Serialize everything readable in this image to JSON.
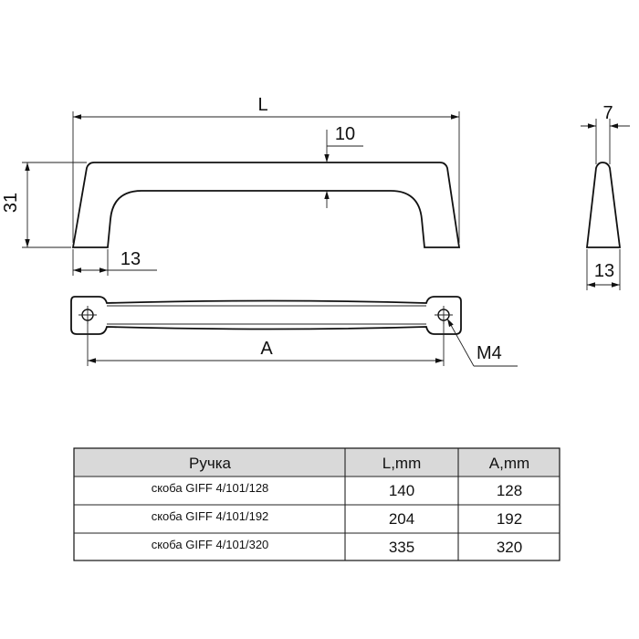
{
  "dimensions": {
    "length": "L",
    "thickness_top": "10",
    "height": "31",
    "foot_width": "13",
    "hole_spacing": "A",
    "thread": "M4",
    "side_top": "7",
    "side_bottom": "13"
  },
  "table": {
    "headers": [
      "Ручка",
      "L,mm",
      "A,mm"
    ],
    "rows": [
      [
        "скоба GIFF 4/101/128",
        "140",
        "128"
      ],
      [
        "скоба GIFF 4/101/192",
        "204",
        "192"
      ],
      [
        "скоба GIFF 4/101/320",
        "335",
        "320"
      ]
    ],
    "header_bg": "#d9d9d9"
  }
}
